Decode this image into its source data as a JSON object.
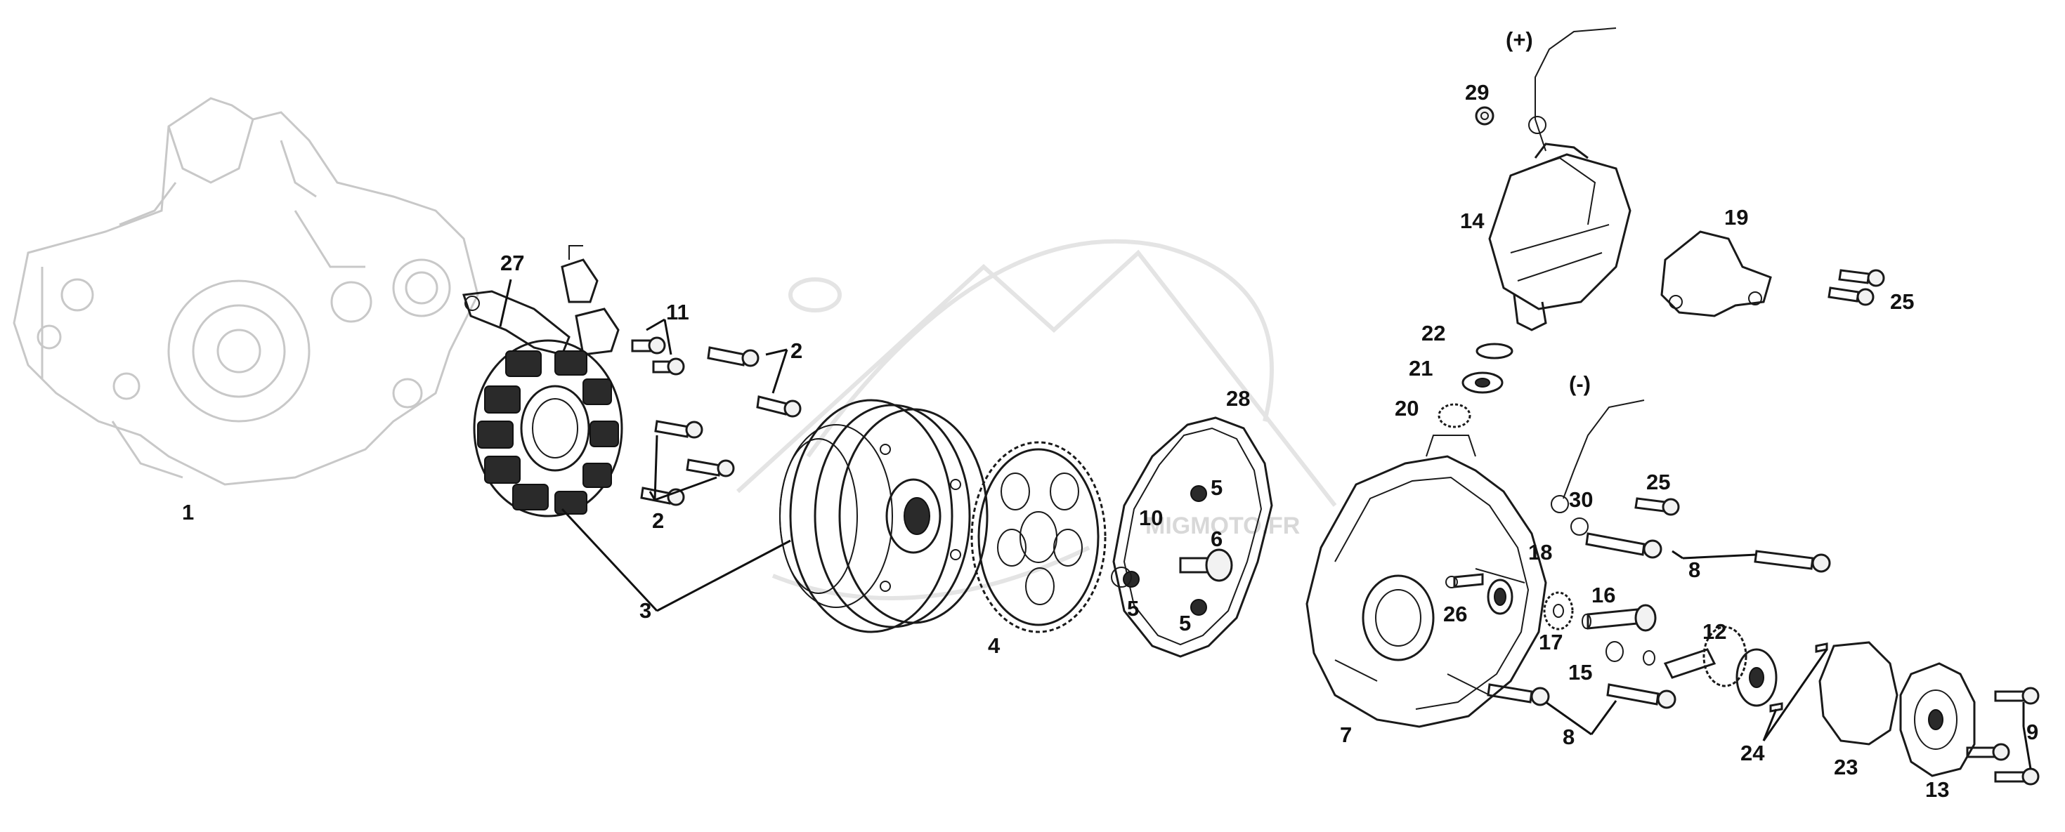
{
  "watermark": {
    "text": "MIGMOTO.FR"
  },
  "callouts": {
    "c1": "1",
    "c2a": "2",
    "c2b": "2",
    "c3": "3",
    "c4": "4",
    "c5a": "5",
    "c5b": "5",
    "c5c": "5",
    "c6": "6",
    "c7": "7",
    "c8a": "8",
    "c8b": "8",
    "c9": "9",
    "c10": "10",
    "c11": "11",
    "c12": "12",
    "c13": "13",
    "c14": "14",
    "c15": "15",
    "c16": "16",
    "c17": "17",
    "c18": "18",
    "c19": "19",
    "c20": "20",
    "c21": "21",
    "c22": "22",
    "c23": "23",
    "c24": "24",
    "c25a": "25",
    "c25b": "25",
    "c26": "26",
    "c27": "27",
    "c28": "28",
    "c29": "29",
    "c30": "30",
    "plus": "(+)",
    "minus": "(-)"
  },
  "colors": {
    "line": "#1a1a1a",
    "ghost": "#c8c8c8",
    "watermark": "#e4e4e4",
    "background": "#ffffff"
  }
}
